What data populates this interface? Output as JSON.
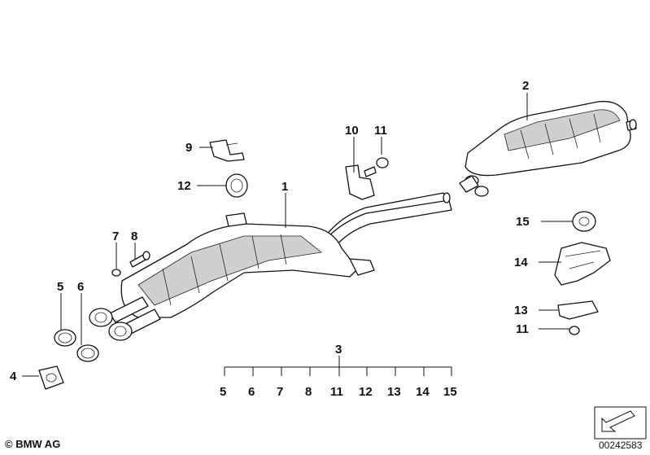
{
  "diagram": {
    "callouts": {
      "c1": "1",
      "c2": "2",
      "c3": "3",
      "c4": "4",
      "c5": "5",
      "c6": "6",
      "c7": "7",
      "c8": "8",
      "c9": "9",
      "c10": "10",
      "c11a": "11",
      "c12": "12",
      "c15": "15",
      "c14": "14",
      "c13": "13",
      "c11b": "11"
    },
    "kit_items": [
      "5",
      "6",
      "7",
      "8",
      "11",
      "12",
      "13",
      "14",
      "15"
    ]
  },
  "footer": {
    "copyright": "© BMW AG",
    "doc_number": "00242583"
  },
  "colors": {
    "line": "#111111",
    "background": "#ffffff",
    "shade": "#cfcfcf"
  }
}
